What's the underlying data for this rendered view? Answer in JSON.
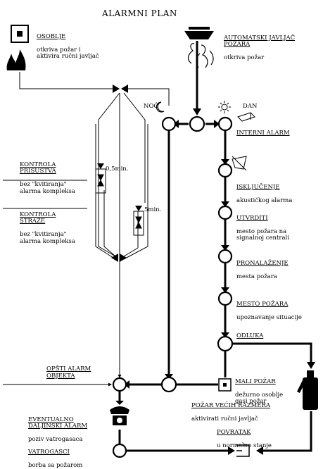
{
  "title": "ALARMNI PLAN",
  "osoblje": {
    "heading": "OSOBLJE",
    "text": "otkriva požar i\naktivira ručni javljač"
  },
  "automatski": {
    "heading": "AUTOMATSKI JAVLJAČ\nPOŽARA",
    "text": "otkriva požar"
  },
  "noc": "NOĆ",
  "dan": "DAN",
  "interni_alarm": "INTERNI ALARM",
  "kontrola_prisustva": {
    "heading": "KONTROLA\nPRISUSTVA",
    "text": "bez \"kvitiranja\"\nalarma kompleksa",
    "time": "0,5min."
  },
  "kontrola_straze": {
    "heading": "KONTROLA\nSTRAŽE",
    "text": "bez \"kvitiranja\"\nalarma kompleksa",
    "time": "5min."
  },
  "iskljucenje": {
    "heading": "ISKLJUČENJE",
    "text": "akustičkog alarma"
  },
  "utvrditi": {
    "heading": "UTVRDITI",
    "text": "mesto požara na\nsignalnoj centrali"
  },
  "pronalazenje": {
    "heading": "PRONALAŽENJE",
    "text": "mesta požara"
  },
  "mesto_pozara": {
    "heading": "MESTO POŽARA",
    "text": "upoznavanje situacije"
  },
  "odluka": "ODLUKA",
  "mali_pozar": {
    "heading": "MALI POŽAR",
    "text": "dežurno osoblje\ngasi požar"
  },
  "opsti_alarm": "OPŠTI ALARM\nOBJEKTA",
  "pozar_veceg": {
    "heading": "POŽAR VEĆIH RAZMERA",
    "text": "aktivirati ručni javljač"
  },
  "eventualno": {
    "heading": "EVENTUALNO\nDALJINSKI ALARM",
    "text": "poziv vatrogasaca"
  },
  "povratak": {
    "heading": "POVRATAK",
    "text": "u normalno stanje"
  },
  "vatrogasci": {
    "heading": "VATROGASCI",
    "text": "borba sa požarom"
  }
}
